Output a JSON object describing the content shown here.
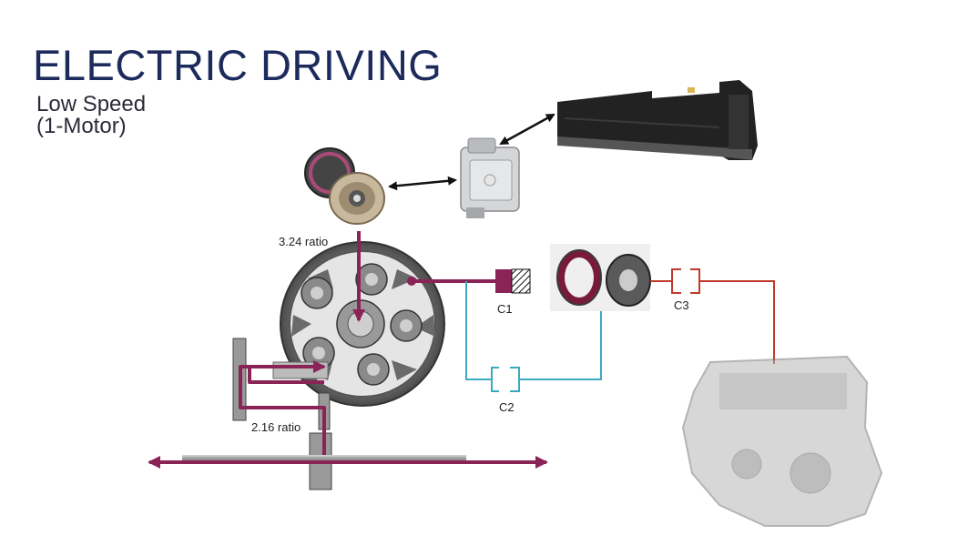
{
  "title": "ELECTRIC DRIVING",
  "subtitle": {
    "line1": "Low Speed",
    "line2": "(1-Motor)"
  },
  "labels": {
    "ratio_motor": "3.24 ratio",
    "ratio_final": "2.16 ratio",
    "clutch1": "C1",
    "clutch2": "C2",
    "clutch3": "C3"
  },
  "colors": {
    "power_flow": "#8b2456",
    "clutch2_line": "#3aaac0",
    "clutch3_line": "#c0392b",
    "title": "#1c2a5c"
  }
}
